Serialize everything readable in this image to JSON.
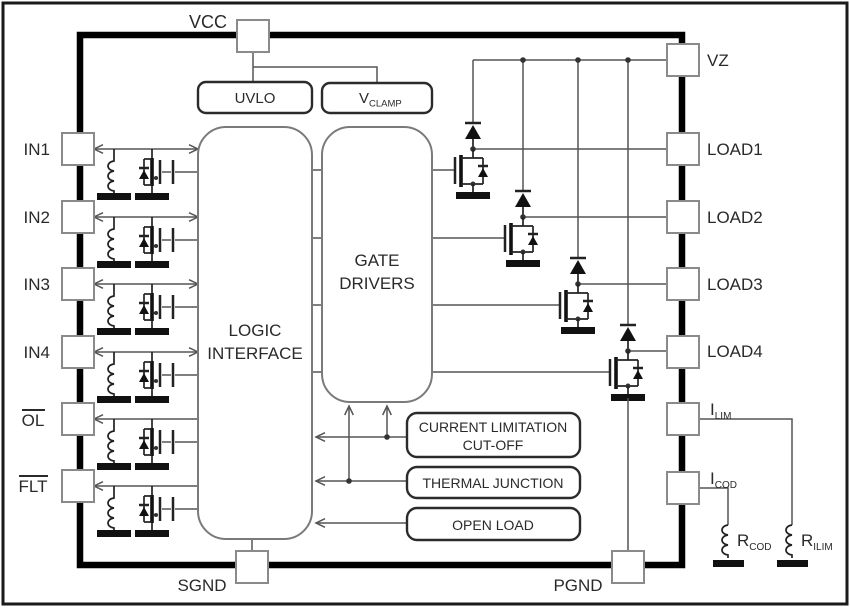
{
  "colors": {
    "background": "#ffffff",
    "chip_border": "#000000",
    "wire": "#555555",
    "symbol": "#222222",
    "text": "#2a2a2a",
    "pin_stroke": "#8a8a8a"
  },
  "pins": {
    "top": [
      {
        "label": "VCC"
      }
    ],
    "left": [
      {
        "label": "IN1"
      },
      {
        "label": "IN2"
      },
      {
        "label": "IN3"
      },
      {
        "label": "IN4"
      },
      {
        "label": "OL",
        "overline": true
      },
      {
        "label": "FLT",
        "overline": true
      }
    ],
    "right": [
      {
        "label": "VZ"
      },
      {
        "label": "LOAD1"
      },
      {
        "label": "LOAD2"
      },
      {
        "label": "LOAD3"
      },
      {
        "label": "LOAD4"
      },
      {
        "label": "I",
        "sub": "LIM"
      },
      {
        "label": "I",
        "sub": "COD"
      }
    ],
    "bottom": [
      {
        "label": "SGND"
      },
      {
        "label": "PGND"
      }
    ]
  },
  "blocks": {
    "uvlo": {
      "label": "UVLO"
    },
    "vclamp": {
      "label": "V",
      "sub": "CLAMP"
    },
    "logic_interface": {
      "line1": "LOGIC",
      "line2": "INTERFACE"
    },
    "gate_drivers": {
      "line1": "GATE",
      "line2": "DRIVERS"
    },
    "current_limitation_cutoff": {
      "line1": "CURRENT LIMITATION",
      "line2": "CUT-OFF"
    },
    "thermal_junction": {
      "label": "THERMAL JUNCTION"
    },
    "open_load": {
      "label": "OPEN LOAD"
    }
  },
  "external_components": {
    "r_cod": {
      "label": "R",
      "sub": "COD"
    },
    "r_ilim": {
      "label": "R",
      "sub": "ILIM"
    }
  }
}
